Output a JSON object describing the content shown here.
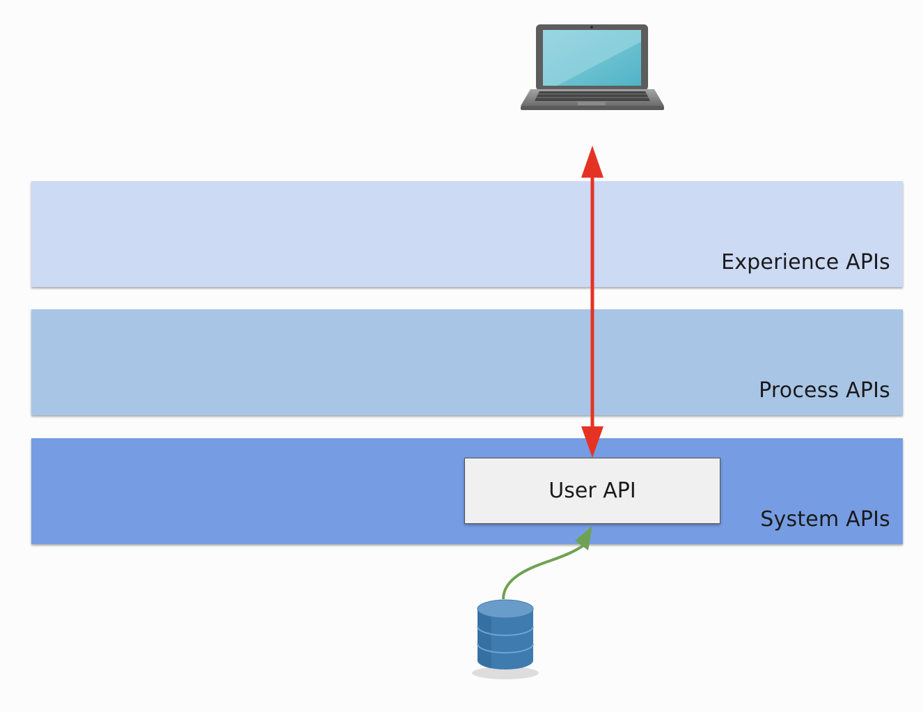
{
  "layers": {
    "experience": {
      "label": "Experience APIs"
    },
    "process": {
      "label": "Process APIs"
    },
    "system": {
      "label": "System APIs"
    }
  },
  "api_box": {
    "label": "User API"
  },
  "icons": {
    "client": "laptop-icon",
    "datastore": "database-icon"
  },
  "colors": {
    "experience_layer": "#ccdaf4",
    "process_layer": "#a8c5e6",
    "system_layer": "#769de3",
    "request_arrow": "#e53323",
    "data_arrow": "#6fa153",
    "database": "#4f88b8"
  }
}
